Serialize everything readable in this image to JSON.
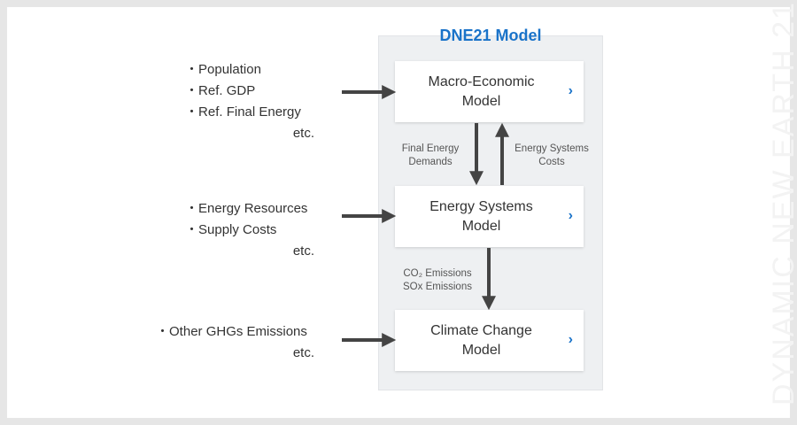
{
  "watermark": "DYNAMIC NEW EARTH 21",
  "model": {
    "title": "DNE21 Model",
    "boxes": [
      {
        "line1": "Macro-Economic",
        "line2": "Model"
      },
      {
        "line1": "Energy Systems",
        "line2": "Model"
      },
      {
        "line1": "Climate Change",
        "line2": "Model"
      }
    ],
    "chevron": "›"
  },
  "inputs": {
    "group1": {
      "items": [
        "Population",
        "Ref. GDP",
        "Ref. Final Energy"
      ],
      "etc": "etc."
    },
    "group2": {
      "items": [
        "Energy Resources",
        "Supply Costs"
      ],
      "etc": "etc."
    },
    "group3": {
      "items": [
        "Other GHGs Emissions"
      ],
      "etc": "etc."
    }
  },
  "flows": {
    "down1": {
      "line1": "Final Energy",
      "line2": "Demands"
    },
    "up1": {
      "line1": "Energy Systems",
      "line2": "Costs"
    },
    "down2": {
      "line1": "CO₂ Emissions",
      "line2": "SOx Emissions"
    }
  }
}
